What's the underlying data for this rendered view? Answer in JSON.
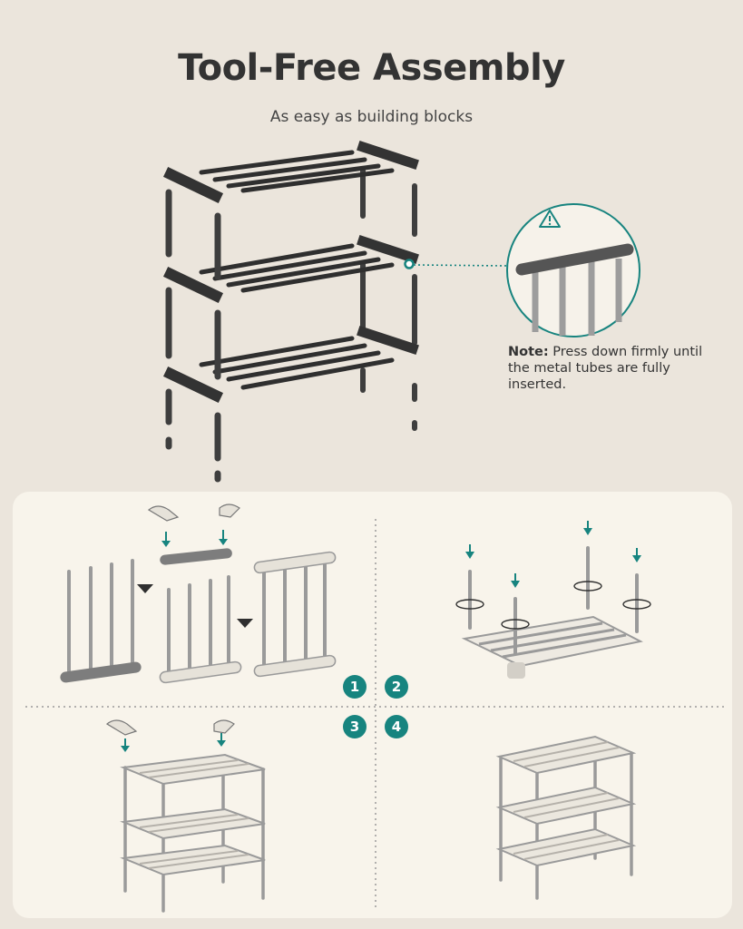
{
  "header": {
    "title": "Tool-Free Assembly",
    "subtitle": "As easy as building blocks"
  },
  "note": {
    "label": "Note:",
    "text": " Press down firmly until the metal tubes are fully inserted."
  },
  "warning_icon": "warning-triangle-icon",
  "steps": [
    "1",
    "2",
    "3",
    "4"
  ],
  "colors": {
    "background": "#ebe5dc",
    "panel": "#f8f4eb",
    "accent": "#17847f",
    "dark_parts": "#3a3a3a",
    "light_parts": "#e6e2d9"
  }
}
